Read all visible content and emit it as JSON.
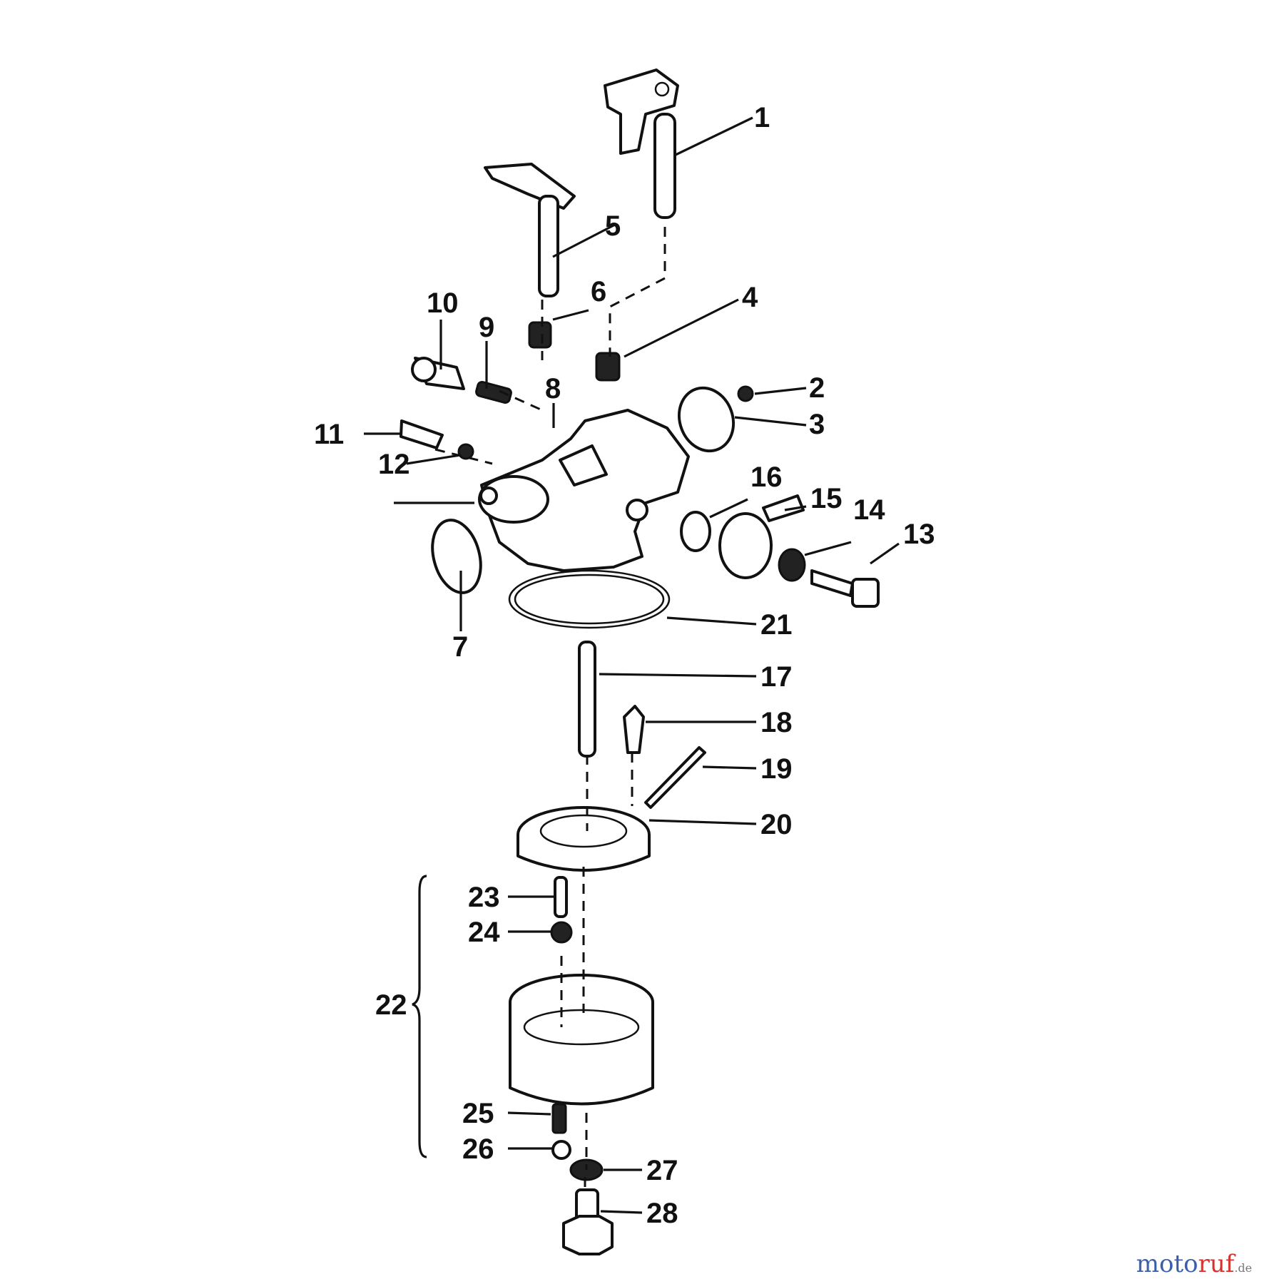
{
  "diagram": {
    "callouts": [
      "1",
      "2",
      "3",
      "4",
      "5",
      "6",
      "7",
      "8",
      "9",
      "10",
      "11",
      "12",
      "13",
      "14",
      "15",
      "16",
      "17",
      "18",
      "19",
      "20",
      "21",
      "22",
      "23",
      "24",
      "25",
      "26",
      "27",
      "28"
    ]
  },
  "watermark": {
    "brand_part1": "moto",
    "brand_part2": "ruf",
    "domain_suffix": ".de"
  }
}
